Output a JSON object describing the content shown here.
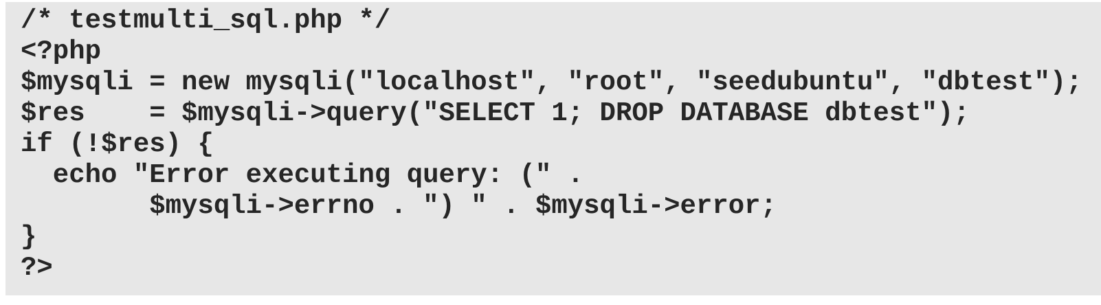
{
  "code_block": {
    "language": "php",
    "filename": "testmulti_sql.php",
    "lines": [
      "/* testmulti_sql.php */",
      "<?php",
      "$mysqli = new mysqli(\"localhost\", \"root\", \"seedubuntu\", \"dbtest\");",
      "$res    = $mysqli->query(\"SELECT 1; DROP DATABASE dbtest\");",
      "if (!$res) {",
      "  echo \"Error executing query: (\" .",
      "        $mysqli->errno . \") \" . $mysqli->error;",
      "}",
      "?>"
    ],
    "colors": {
      "panel_background": "#e7e7e7",
      "text": "#262626",
      "page_background": "#ffffff"
    }
  }
}
